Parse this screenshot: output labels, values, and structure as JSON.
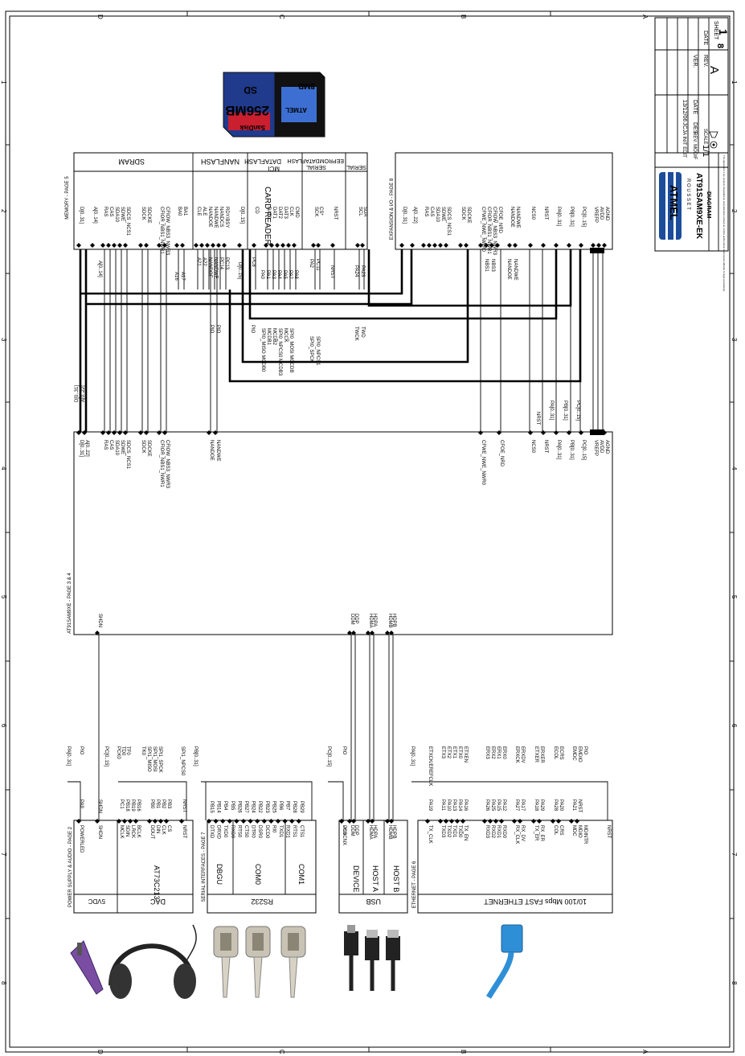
{
  "title_block": {
    "company": "ATMEL",
    "company_sub": "R O U S S E T",
    "doc_title": "AT91SAM9XE-EK",
    "doc_subtitle": "DIAGRAM",
    "scale_label": "SCALE",
    "scale": "1/1",
    "rev": "A",
    "ver_label": "VER.",
    "rev_label": "REV.",
    "date_label": "DATE",
    "date": "13/12/06",
    "sheet_label": "SHEET",
    "sheet": "1",
    "sheet_total": "8",
    "des_label": "DES.",
    "des": "JCJ",
    "modif_label": "REV. MODIF",
    "edit_label": "A INIT EDIT",
    "disclaimer": "This agreement is our property. Reproduction and publication without our written authorization shall expose offender to legal proceedings."
  },
  "frame": {
    "row_letters": [
      "D",
      "C",
      "B",
      "A"
    ],
    "col_numbers": [
      "1",
      "2",
      "3",
      "4",
      "5",
      "6",
      "7",
      "8"
    ]
  },
  "blocks": {
    "sdram": "SDRAM",
    "nandflash": "NANFLASH",
    "mci": "MCI",
    "dataflash": "DATAFLASH",
    "serial_dataflash": "SERIAL",
    "eeprom_dataflash": "EEPROMDATAFLASH",
    "serial_eeprom": "SERIAL",
    "card_reader": "CARD READER",
    "memory_page": "MEMORY - PAGE 5",
    "expansion_page": "EXPANSION & I/O - PAGE 8",
    "mcu_page": "AT91SAM9XE - PAGE 3 & 4",
    "power_page": "POWER SUPPLY & AUDIO - PAGE 2",
    "serial_page": "SERIAL INTERFACES - PAGE 7",
    "ethernet_page": "ETHERNET - PAGE 6",
    "vdc": "5VDC",
    "dac": "DAC",
    "rs232": "RS232",
    "usb": "USB",
    "ethernet": "10/100 Mbps FAST ETHERNET",
    "poweled": "POWERLED",
    "at73c213": "AT73C213",
    "dbgu": "DBGU",
    "com0": "COM0",
    "com1": "COM1",
    "device": "DEVICE",
    "host_a": "HOST A",
    "host_b": "HOST B"
  },
  "sdcard": {
    "brand": "SanDisk",
    "capacity": "256MB",
    "type": "SD"
  },
  "mmc": {
    "brand": "ATMEL",
    "capacity": "8MB"
  },
  "mem_pins": [
    "D[0..31]",
    "A[0..14]",
    "RAS",
    "CAS",
    "SDA10",
    "SDWE",
    "SDCS_NCS1",
    "SDCK",
    "SDCKE",
    "CFIOR_NBS1_NWR1",
    "CFIOW_NBS3_NWR3",
    "BA0",
    "BA1",
    "CLE",
    "ALE",
    "NANDOE",
    "NANDWE",
    "NANDCS",
    "RDY/BSY",
    "D[0..15]",
    "CD",
    "DAT0",
    "DAT1",
    "DAT2",
    "DAT3",
    "CLK",
    "CMD",
    "SCK",
    "CS*",
    "NRST",
    "SCL",
    "SDA"
  ],
  "exp_pins": [
    "D[0..31]",
    "A[0..22]",
    "RAS",
    "CAS",
    "SDA10",
    "SDWE",
    "SDCS_NCS1",
    "SDCK",
    "SDCKE",
    "CFWE_NWE_NWR0",
    "CFIOR_NBS1_NWR1",
    "CFIOW_NBS3_NWR3",
    "CFOE_NRD",
    "NANDOE",
    "NANDWE",
    "NCS0",
    "NRST",
    "PA[0..31]",
    "PB[0..31]",
    "PC[0..15]",
    "VREFP",
    "AVDD",
    "AGND"
  ],
  "mcu_pins_top": [
    "D[0..31]",
    "A[0..22]",
    "RAS",
    "CAS",
    "SDA10",
    "SDWE",
    "SDCS_NCS1",
    "SDCK",
    "SDCKE",
    "CFIOR_NBS1_NWR1",
    "CFIOW_NBS3_NWR3",
    "NANDOE",
    "NANDWE",
    "CFWE_NWE_NWR0",
    "CFOE_NRD",
    "NCS0",
    "NRST",
    "PA[0..31]",
    "PB[0..31]",
    "PC[0..15]",
    "VREFP",
    "AVDD",
    "AGND"
  ],
  "mcu_pins_bottom": [
    "SHDN",
    "DDM",
    "DDP",
    "HDMA",
    "HDPA",
    "HDMB",
    "HDPB"
  ],
  "mid_labels": {
    "addr_top": "A[0..14]",
    "bus_d": "D[0..31]",
    "bus_a": "A[0..22]",
    "sd_a": "A16",
    "sd_b": "A17",
    "nand_sig": [
      "A21",
      "A22",
      "NANDOE",
      "NANDWE",
      "PC14",
      "PC13"
    ],
    "pc8": "PC8",
    "pa_mci": [
      "PA0",
      "PA1",
      "PA3",
      "PA4",
      "PA5",
      "PA7",
      "PA8"
    ],
    "pio1": "PIO",
    "pio2": "PIO",
    "pio3": "PIO",
    "mci_sig": [
      "SPI0_MISO MCDB0",
      "MCDB1",
      "MCDB2",
      "SPI0_NPCS0 MCDB3",
      "MCCK",
      "SPI0_MOSI MCCDB"
    ],
    "spi_sig": [
      "SPI0_SPCK",
      "SPI0_NPCS1"
    ],
    "pa_spi": [
      "PA2",
      "PC11",
      "NRST"
    ],
    "twi": [
      "PA24",
      "PA23"
    ],
    "twi_sig": [
      "TWCK",
      "TWD"
    ],
    "sd_bus": "D[0..15]",
    "nbs": [
      "NBS1",
      "NBS3"
    ],
    "nand_exp": [
      "NANDOE",
      "NANDWE"
    ],
    "exp_addr": "A[0..22]",
    "mcu_nrst": "NRST",
    "pa_bus": "PA[0..31]",
    "pb_bus": "PB[0..31]",
    "pc_bus": "PC[0..15]"
  },
  "power_pins": [
    "PA9",
    "SHDN",
    "PC1",
    "PB18",
    "PB19",
    "PB16",
    "PB0",
    "PB1",
    "PB2",
    "PB3",
    "NRST"
  ],
  "power_sigs": [
    "PA[0..31]",
    "PIO",
    "PC[0..15]",
    "PCK0",
    "TD0",
    "TF0",
    "TK0",
    "SPI1_MISO",
    "SPI1_MOSI",
    "SPI1_SPCK",
    "SPI1_NPCS0",
    "PB[0..31]"
  ],
  "dac_pins": [
    "POWERLED",
    "SHDN",
    "MCLK",
    "SDIN",
    "LRCK",
    "BCLK",
    "DOUT",
    "DIN",
    "CLK",
    "CS",
    "NRST"
  ],
  "serial_pins": [
    "PB15",
    "PB14",
    "PB4",
    "PB5",
    "PB26",
    "PB27",
    "PB24",
    "PB22",
    "PB23",
    "PB25",
    "PB6",
    "PB7",
    "PB28",
    "PB29"
  ],
  "com_sigs": [
    "DTXD",
    "DRXD",
    "TXD0",
    "RXD0",
    "RTS0",
    "CTS0",
    "DTR0",
    "DSR0",
    "DCD0",
    "RI0",
    "TXD1",
    "RXD1",
    "RTS1",
    "CTS1"
  ],
  "usb_pins": [
    "PC5",
    "USBCNX",
    "DDM",
    "DDP",
    "HDMA",
    "HDPA",
    "HDMB",
    "HDPB"
  ],
  "usb_sigs": [
    "PC[0..15]",
    "PIO"
  ],
  "eth_pins": [
    "PA19",
    "PA11",
    "PA10",
    "PA13",
    "PA14",
    "PA16",
    "PA26",
    "PA25",
    "PA15",
    "PA12",
    "PA27",
    "PA17",
    "PA18",
    "PA29",
    "PA28",
    "PA20",
    "PA21",
    "NRST"
  ],
  "eth_sigs": [
    "PA[0..31]",
    "ETXCK/EREFCLK",
    "ETX3",
    "ETX2",
    "ETX1",
    "ETX0",
    "ETXEN",
    "ERX3",
    "ERX2",
    "ERX1",
    "ERX0",
    "ERXCK",
    "ERXDV",
    "ETXER",
    "ERXER",
    "ECOL",
    "ECRS",
    "EMDC",
    "EMDIO",
    "PIO"
  ],
  "phy_pins": [
    "TX_CLK",
    "TXD3",
    "TXD2",
    "TXD1",
    "TXD0",
    "TX_EN",
    "RXD3",
    "RXD2",
    "RXD1",
    "RXD0",
    "RX_CLK",
    "RX_DV",
    "TX_ER",
    "RX_ER",
    "COL",
    "CRS",
    "MDC",
    "MDIO",
    "MDINTR",
    "NRST"
  ],
  "colors": {
    "ink": "#000000",
    "paper": "#ffffff",
    "logo": "#1b4d9b",
    "cable": "#2f8fd6",
    "card": "#203a8c",
    "plug": "#7a4da3"
  }
}
